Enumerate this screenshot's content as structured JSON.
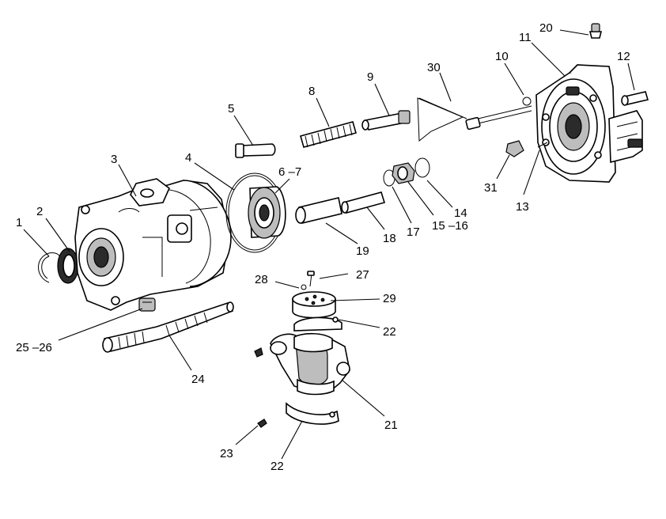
{
  "callouts": {
    "c1": "1",
    "c2": "2",
    "c3": "3",
    "c4": "4",
    "c5": "5",
    "c6_7": "6 –7",
    "c8": "8",
    "c9": "9",
    "c10": "10",
    "c11": "11",
    "c12": "12",
    "c13": "13",
    "c14": "14",
    "c15_16": "15 –16",
    "c17": "17",
    "c18": "18",
    "c19": "19",
    "c20": "20",
    "c21": "21",
    "c22a": "22",
    "c22b": "22",
    "c23": "23",
    "c24": "24",
    "c25_26": "25 –26",
    "c27": "27",
    "c28": "28",
    "c29": "29",
    "c30": "30",
    "c31": "31"
  }
}
